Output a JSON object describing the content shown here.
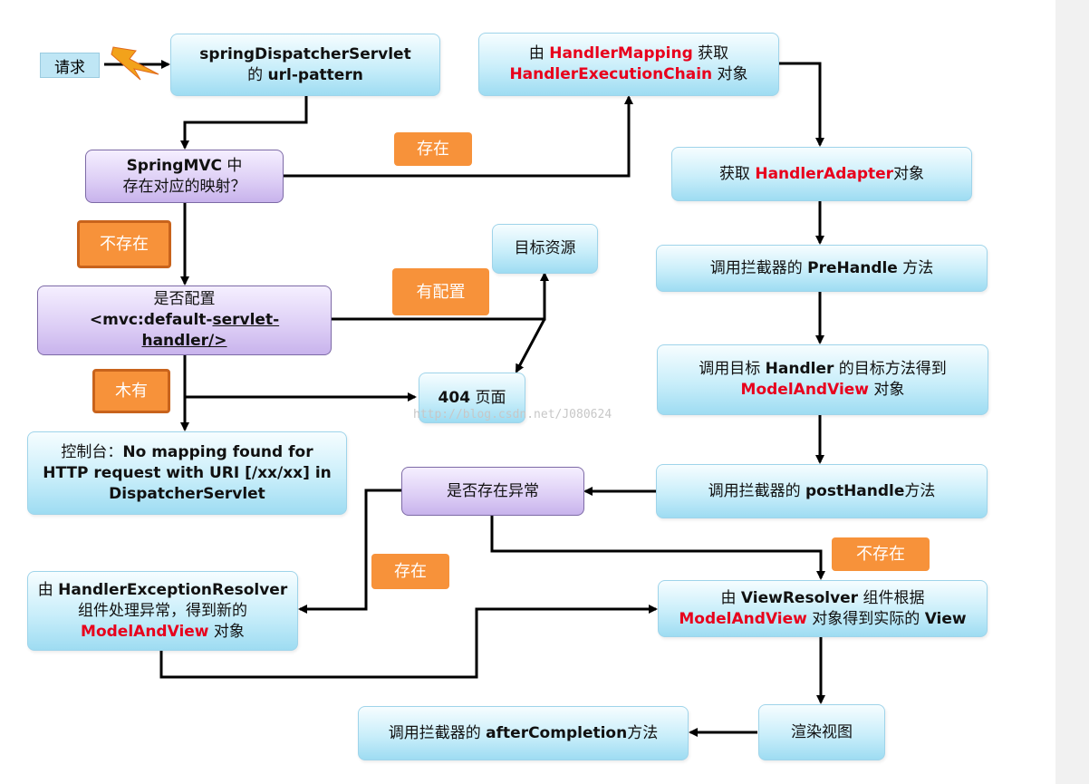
{
  "request": {
    "label": "请求"
  },
  "nodes": {
    "dispatcher": {
      "line1": "springDispatcherServlet",
      "line2_a": "的 ",
      "line2_b": "url-pattern"
    },
    "springmvc_check": {
      "line1_a": "SpringMVC",
      "line1_b": " 中",
      "line2": "存在对应的映射？"
    },
    "default_servlet_check": {
      "line1": "是否配置",
      "line2_a": "<mvc:default-",
      "line2_b": "servlet-",
      "line3": "handler/>"
    },
    "console": {
      "line1_a": "控制台：",
      "line1_b": "No mapping found for",
      "line2": "HTTP request with URI [/xx/xx] in",
      "line3": "DispatcherServlet"
    },
    "target_resource": {
      "label": "目标资源"
    },
    "page404": {
      "num": "404",
      "text": " 页面"
    },
    "handler_mapping": {
      "l1_a": "由 ",
      "l1_b": "HandlerMapping",
      "l1_c": " 获取",
      "l2_a": "HandlerExecutionChain",
      "l2_b": " 对象"
    },
    "handler_adapter": {
      "a": "获取 ",
      "b": "HandlerAdapter",
      "c": "对象"
    },
    "prehandle": {
      "a": "调用拦截器的 ",
      "b": "PreHandle",
      "c": " 方法"
    },
    "invoke_handler": {
      "l1_a": "调用目标 ",
      "l1_b": "Handler",
      "l1_c": " 的目标方法得到",
      "l2_a": "ModelAndView",
      "l2_b": " 对象"
    },
    "posthandle": {
      "a": "调用拦截器的 ",
      "b": "postHandle",
      "c": "方法"
    },
    "exception_check": {
      "label": "是否存在异常"
    },
    "exception_resolver": {
      "l1_a": "由 ",
      "l1_b": "HandlerExceptionResolver",
      "l2": "组件处理异常，得到新的",
      "l3_a": "ModelAndView",
      "l3_b": " 对象"
    },
    "view_resolver": {
      "l1_a": "由 ",
      "l1_b": "ViewResolver",
      "l1_c": " 组件根据",
      "l2_a": "ModelAndView",
      "l2_b": " 对象得到实际的 ",
      "l2_c": "View"
    },
    "render": {
      "label": "渲染视图"
    },
    "after_completion": {
      "a": "调用拦截器的 ",
      "b": "afterCompletion",
      "c": "方法"
    }
  },
  "labels": {
    "exists_top": "存在",
    "not_exists": "不存在",
    "configured": "有配置",
    "none": "木有",
    "exception_exists": "存在",
    "exception_not_exists": "不存在"
  },
  "watermark": "http://blog.csdn.net/J080624",
  "colors": {
    "keyword": "#e8001c",
    "label_bg": "#f7923a",
    "node_blue": "#c9eefa",
    "node_purple": "#dccdf5",
    "arrow": "#000000"
  }
}
